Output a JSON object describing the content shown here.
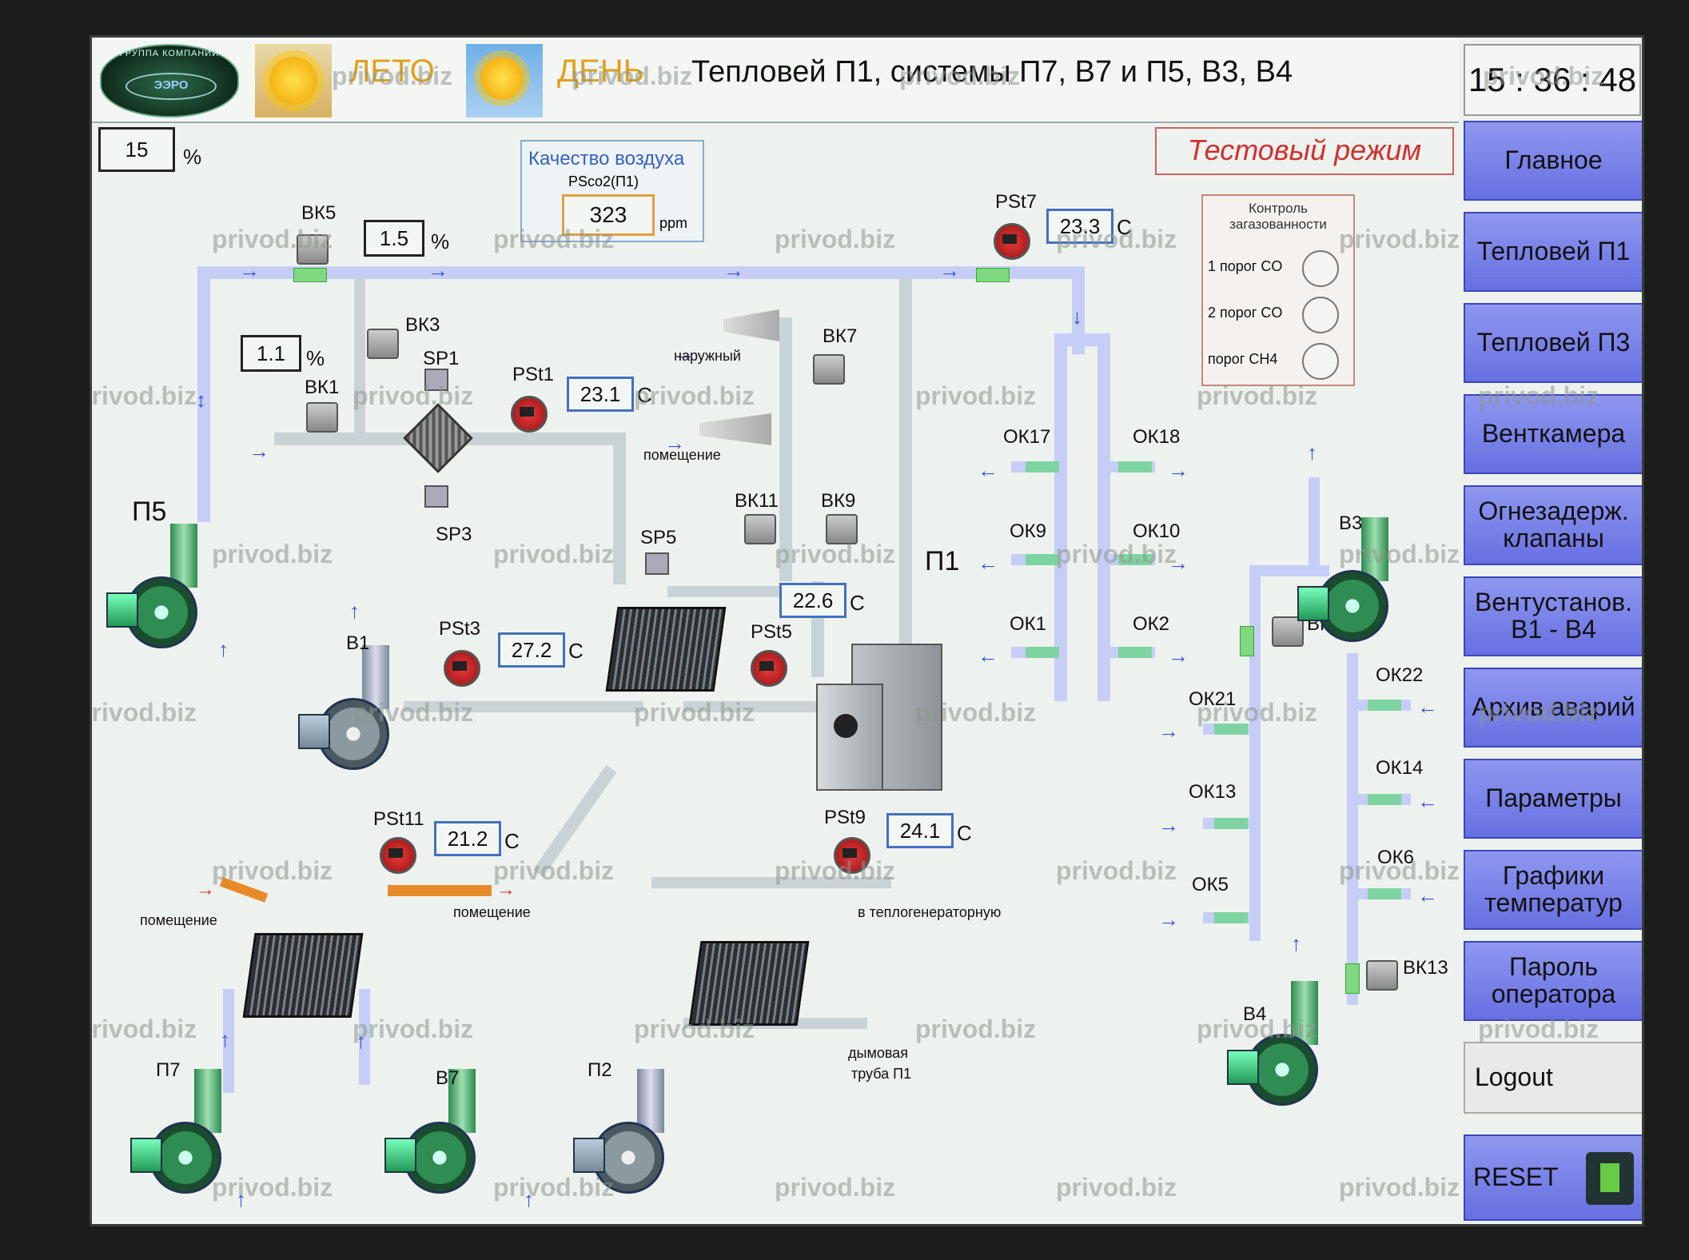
{
  "header": {
    "logo_top": "ГРУППА КОМПАНИЙ",
    "logo_text": "ЭЭРО",
    "season": "ЛЕТО",
    "daytime": "ДЕНЬ",
    "title": "Тепловей П1, системы П7, В7 и П5, В3, В4",
    "clock": "15 : 36 : 48"
  },
  "top_left": {
    "value": "15",
    "unit": "%"
  },
  "air_quality": {
    "title": "Качество воздуха",
    "sensor": "PSco2(П1)",
    "value": "323",
    "unit": "ppm"
  },
  "test_mode": "Тестовый режим",
  "gas_control": {
    "title": "Контроль загазованности",
    "items": [
      "1 порог CO",
      "2 порог CO",
      "порог CH4"
    ]
  },
  "nav": [
    "Главное",
    "Тепловей П1",
    "Тепловей П3",
    "Венткамера",
    "Огнезадерж. клапаны",
    "Вентустанов. В1 - В4",
    "Архив аварий",
    "Параметры",
    "Графики температур",
    "Пароль оператора",
    "Logout",
    "RESET"
  ],
  "valves": {
    "vk5": "ВК5",
    "vk5_value": "1.5",
    "vk3": "ВК3",
    "vk1": "ВК1",
    "vk1_value": "1.1",
    "vk7": "ВК7",
    "vk11": "ВК11",
    "vk9": "ВК9",
    "vk15": "ВК15",
    "vk13": "ВК13",
    "pct": "%"
  },
  "sensors": {
    "pst1": "PSt1",
    "pst1_value": "23.1",
    "pst3": "PSt3",
    "pst3_value": "27.2",
    "pst5": "PSt5",
    "pst5_value": "22.6",
    "pst7": "PSt7",
    "pst7_value": "23.3",
    "pst9": "PSt9",
    "pst9_value": "24.1",
    "pst11": "PSt11",
    "pst11_value": "21.2",
    "deg": "С"
  },
  "units": {
    "sp1": "SP1",
    "sp3": "SP3",
    "sp5": "SP5",
    "p5": "П5",
    "b1": "В1",
    "p1": "П1",
    "b3": "В3",
    "b4": "В4",
    "p7": "П7",
    "b7": "В7",
    "p2": "П2"
  },
  "text_labels": {
    "outdoor": "наружный",
    "room": "помещение",
    "room_left": "помещение",
    "room_right": "помещение",
    "heat_gen": "в теплогенераторную",
    "chimney_1": "дымовая",
    "chimney_2": "труба П1"
  },
  "ok": {
    "ok17": "ОК17",
    "ok18": "ОК18",
    "ok9": "ОК9",
    "ok10": "ОК10",
    "ok1": "ОК1",
    "ok2": "ОК2",
    "ok21": "ОК21",
    "ok22": "ОК22",
    "ok13": "ОК13",
    "ok14": "ОК14",
    "ok5": "ОК5",
    "ok6": "ОК6"
  },
  "watermark": "privod.biz",
  "colors": {
    "nav": "#6670e0",
    "air_pipe": "#c6cdf7",
    "hot_pipe": "#e88a2a",
    "test_mode": "#d03030"
  }
}
